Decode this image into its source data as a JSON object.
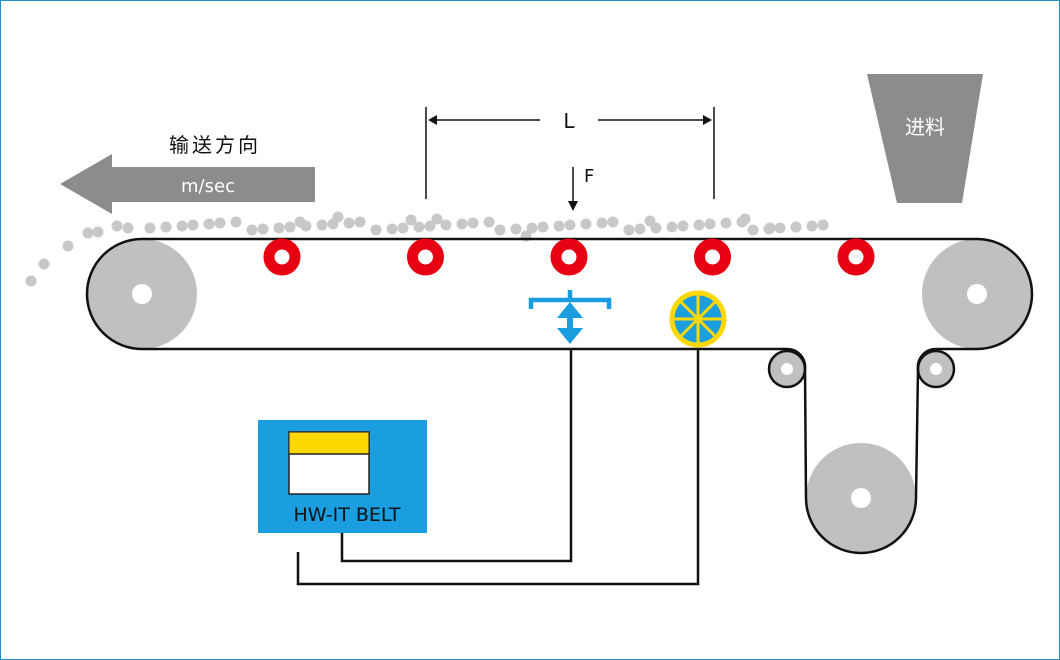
{
  "diagram": {
    "title": "Belt scale schematic",
    "direction_label": "输送方向",
    "speed_unit": "m/sec",
    "hopper_label": "进料",
    "length_label": "L",
    "force_label": "F",
    "controller_label": "HW-IT BELT",
    "colors": {
      "frame": "#1a8fc8",
      "arrow": "#8c8c8c",
      "hopper": "#8c8c8c",
      "pulley": "#c0c0c0",
      "idler": "#e60012",
      "loadcell": "#1a9ee0",
      "speed_sensor_fill": "#1a9ee0",
      "speed_sensor_ring": "#ffd800",
      "controller": "#1a9ee0",
      "display_header": "#ffd800",
      "material": "#c8c8c8",
      "line": "#111111"
    },
    "components": [
      {
        "name": "drive-pulley-left"
      },
      {
        "name": "tail-pulley-right"
      },
      {
        "name": "take-up-pulley"
      },
      {
        "name": "snub-pulley-left"
      },
      {
        "name": "snub-pulley-right"
      },
      {
        "name": "idlers",
        "count": 5
      },
      {
        "name": "load-cell"
      },
      {
        "name": "speed-sensor"
      },
      {
        "name": "controller"
      }
    ]
  }
}
